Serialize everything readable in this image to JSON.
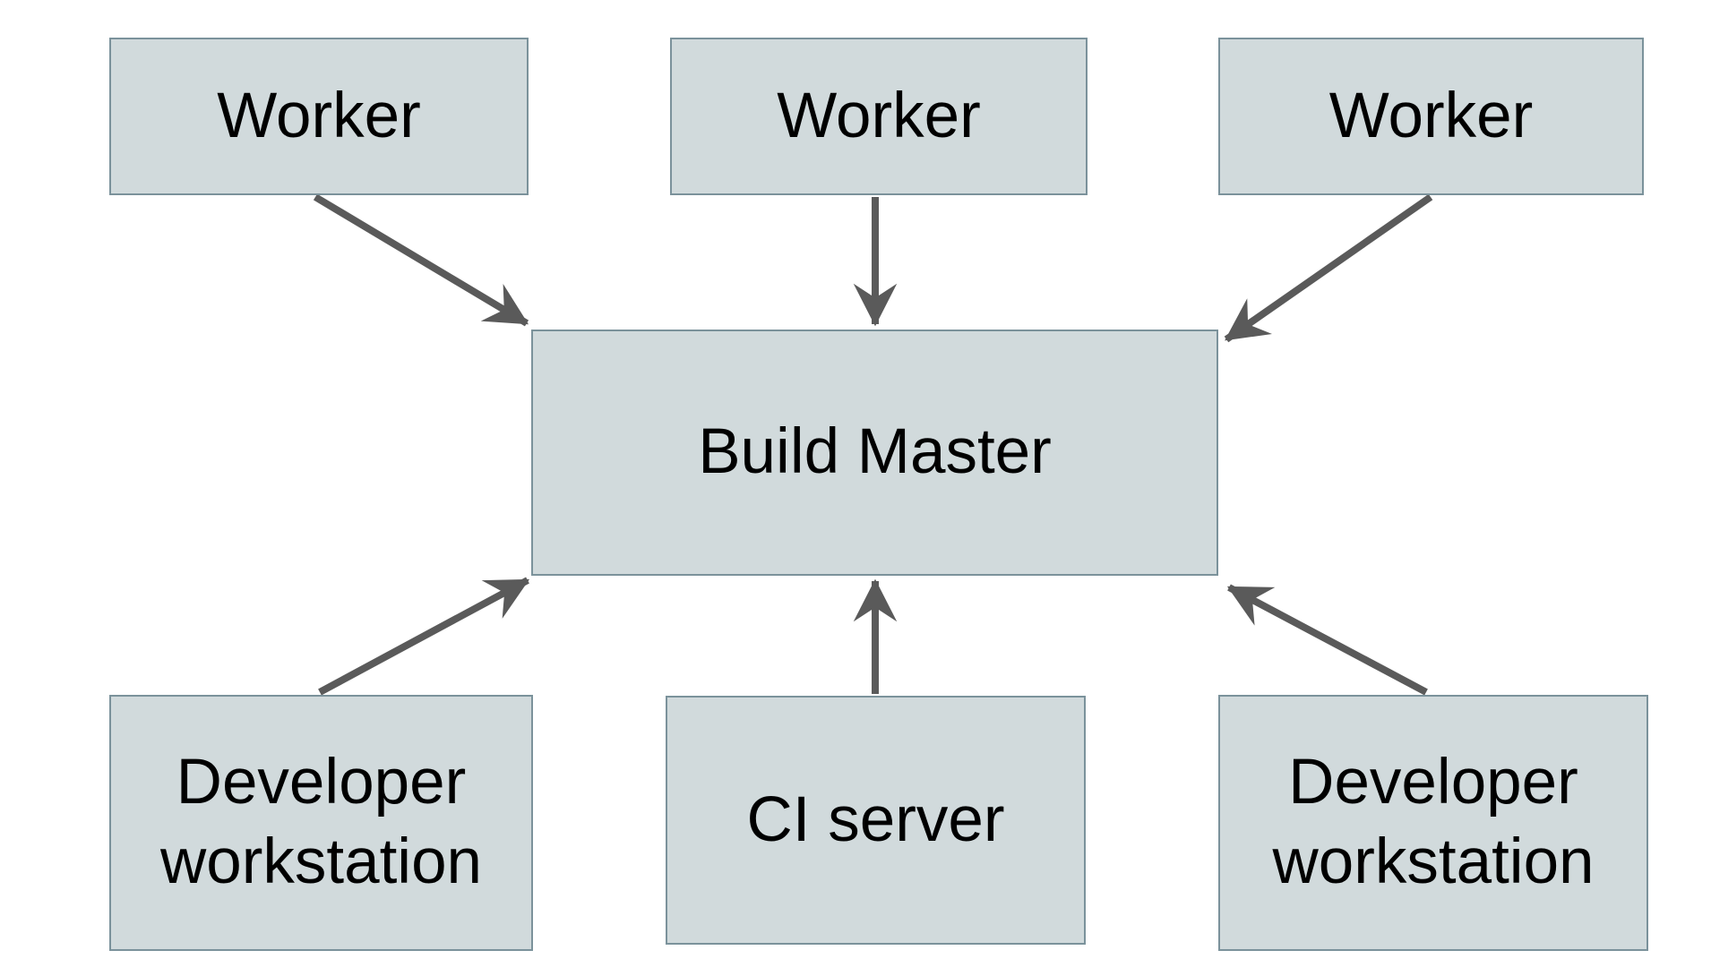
{
  "diagram": {
    "colors": {
      "background": "#ffffff",
      "node_fill": "#d1dadc",
      "node_border": "#7b929b",
      "arrow": "#5a5a5a",
      "text": "#000000"
    },
    "nodes": [
      {
        "id": "worker-1",
        "label": "Worker"
      },
      {
        "id": "worker-2",
        "label": "Worker"
      },
      {
        "id": "worker-3",
        "label": "Worker"
      },
      {
        "id": "build-master",
        "label": "Build Master"
      },
      {
        "id": "developer-workstation-left",
        "label": "Developer workstation"
      },
      {
        "id": "ci-server",
        "label": "CI server"
      },
      {
        "id": "developer-workstation-right",
        "label": "Developer workstation"
      }
    ],
    "edges": [
      {
        "from": "worker-1",
        "to": "build-master"
      },
      {
        "from": "worker-2",
        "to": "build-master"
      },
      {
        "from": "worker-3",
        "to": "build-master"
      },
      {
        "from": "developer-workstation-left",
        "to": "build-master"
      },
      {
        "from": "ci-server",
        "to": "build-master"
      },
      {
        "from": "developer-workstation-right",
        "to": "build-master"
      }
    ]
  }
}
